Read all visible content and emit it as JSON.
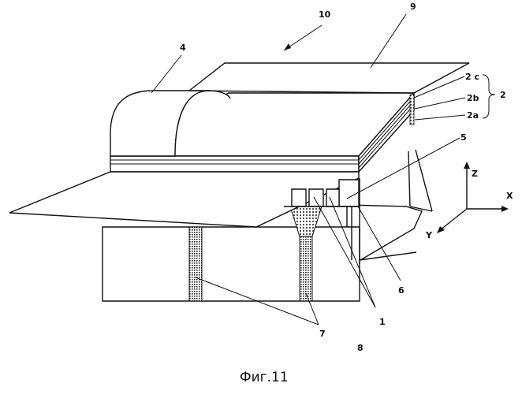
{
  "figure": {
    "caption": "Фиг.11",
    "labels": {
      "l10": "10",
      "l9": "9",
      "l4": "4",
      "l2c": "2 c",
      "l2b": "2b",
      "l2a": "2a",
      "l2": "2",
      "l5": "5",
      "l6": "6",
      "l1": "1",
      "l7": "7",
      "l8": "8"
    },
    "axes": {
      "z": "Z",
      "x": "X",
      "y": "Y"
    }
  }
}
